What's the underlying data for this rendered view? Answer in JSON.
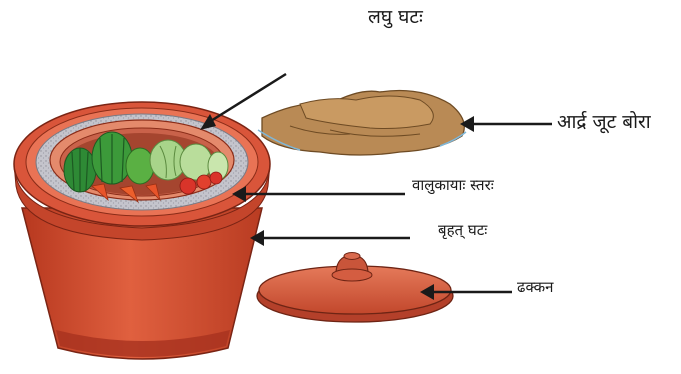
{
  "labels": {
    "small_pot": "लघु घटः",
    "wet_jute_sack": "आर्द्र जूट बोरा",
    "sand_layer": "वालुकायाः स्तरः",
    "big_pot": "बृहत् घटः",
    "lid": "ढक्कन"
  },
  "colors": {
    "pot_terracotta": "#d9553a",
    "pot_dark": "#a8321f",
    "sand_grey": "#b9b9c2",
    "jute_tan": "#b98a55",
    "arrow": "#1a1a1a"
  }
}
